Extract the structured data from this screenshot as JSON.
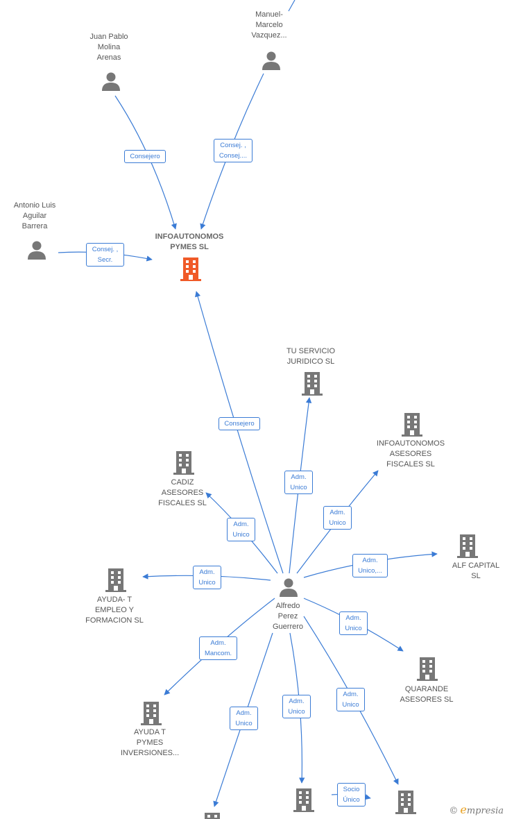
{
  "colors": {
    "edge": "#3a7bd5",
    "building": "#777777",
    "building_main": "#f05a28",
    "person": "#777777"
  },
  "nodes": {
    "manuel": {
      "label": "Manuel-\nMarcelo\nVazquez...",
      "icon": "person-icon"
    },
    "juan_pablo": {
      "label": "Juan Pablo\nMolina\nArenas",
      "icon": "person-icon"
    },
    "antonio": {
      "label": "Antonio Luis\nAguilar\nBarrera",
      "icon": "person-icon"
    },
    "infoautonomos_pymes": {
      "label": "INFOAUTONOMOS\nPYMES SL",
      "icon": "building-icon"
    },
    "tu_servicio": {
      "label": "TU SERVICIO\nJURIDICO SL",
      "icon": "building-icon"
    },
    "infoautonomos_asesores": {
      "label": "INFOAUTONOMOS\nASESORES\nFISCALES SL",
      "icon": "building-icon"
    },
    "cadiz": {
      "label": "CADIZ\nASESORES\nFISCALES SL",
      "icon": "building-icon"
    },
    "alf_capital": {
      "label": "ALF CAPITAL SL",
      "icon": "building-icon"
    },
    "ayuda_t_empleo": {
      "label": "AYUDA- T\nEMPLEO Y\nFORMACION SL",
      "icon": "building-icon"
    },
    "alfredo": {
      "label": "Alfredo\nPerez\nGuerrero",
      "icon": "person-icon"
    },
    "quarande": {
      "label": "QUARANDE\nASESORES SL",
      "icon": "building-icon"
    },
    "ayuda_t_pymes": {
      "label": "AYUDA T\nPYMES\nINVERSIONES...",
      "icon": "building-icon"
    }
  },
  "edges": {
    "juan_to_main": "Consejero",
    "manuel_to_main": "Consej. ,\nConsej....",
    "antonio_to_main": "Consej. ,\nSecr.",
    "alfredo_to_main": "Consejero",
    "alfredo_to_tu_servicio": "Adm.\nUnico",
    "alfredo_to_info_asesores": "Adm.\nUnico",
    "alfredo_to_cadiz": "Adm.\nUnico",
    "alfredo_to_alf_capital": "Adm.\nUnico,...",
    "alfredo_to_ayuda_empleo": "Adm.\nUnico",
    "alfredo_to_quarande": "Adm.\nUnico",
    "alfredo_to_ayuda_pymes": "Adm.\nMancom.",
    "alfredo_to_bottom_left": "Adm.\nUnico",
    "alfredo_to_bottom_center": "Adm.\nUnico",
    "alfredo_to_bottom_right": "Adm.\nUnico",
    "center_to_right_bottom": "Socio\nÚnico"
  },
  "brand": {
    "copyright": "©",
    "e": "e",
    "name": "mpresia"
  }
}
